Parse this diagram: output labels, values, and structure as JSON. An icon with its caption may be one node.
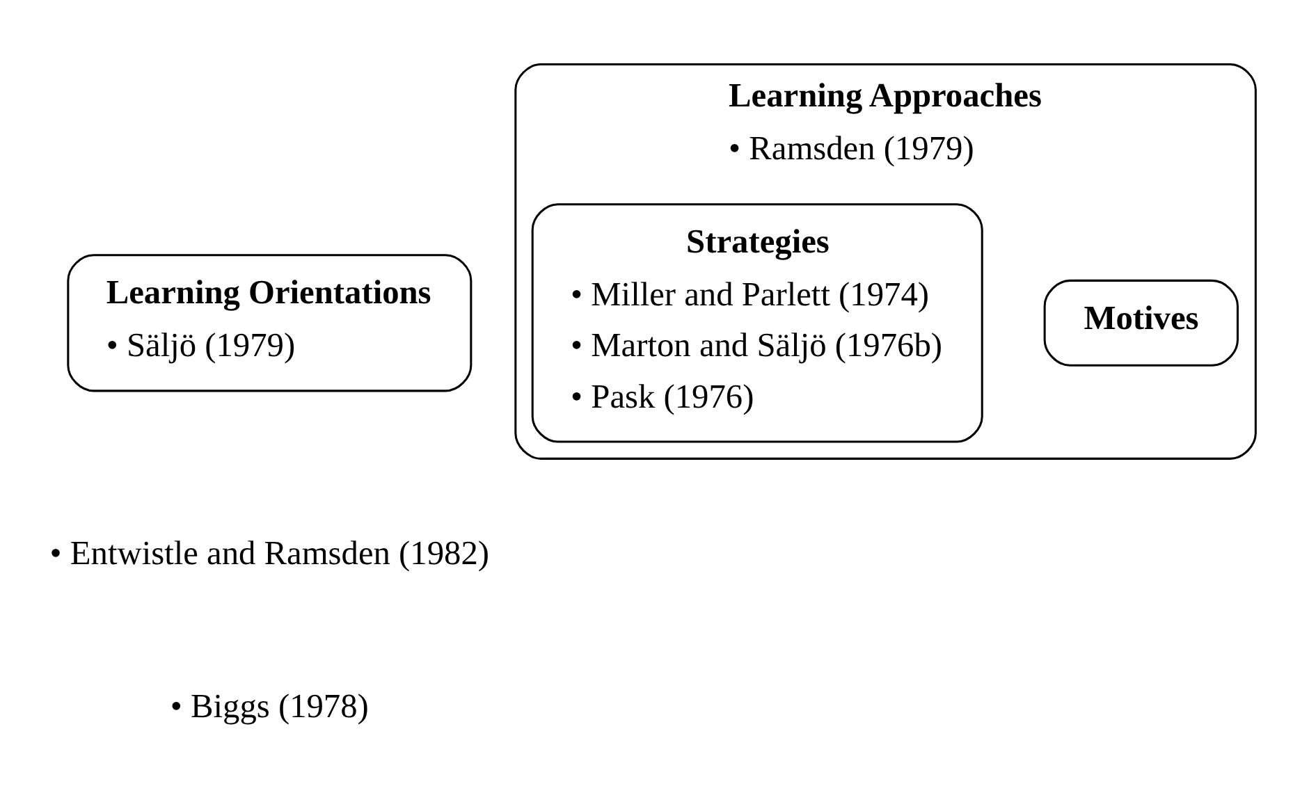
{
  "diagram": {
    "nodes": [
      {
        "text": [
          "Learning Orientations",
          "• Säljö (1979)"
        ]
      },
      {
        "text": [
          "Learning Approaches",
          "• Ramsden (1979)"
        ]
      },
      {
        "text": [
          "Motives"
        ],
        "in": 1
      },
      {
        "text": [
          "Strategies",
          "• Miller and Parlett (1974)",
          "• Marton and Säljö (1976b)",
          "• Pask (1976)"
        ],
        "in": 1
      }
    ],
    "edges": [],
    "labels": [
      "• Entwistle and Ramsden (1982)",
      "• Biggs (1978)"
    ]
  }
}
